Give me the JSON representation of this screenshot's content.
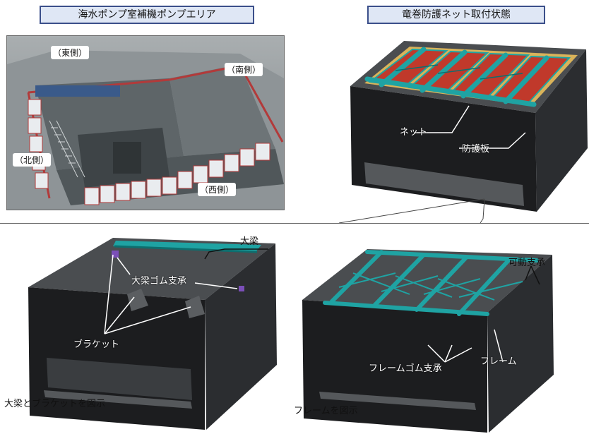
{
  "photo": {
    "title": "海水ポンプ室補機ポンプエリア",
    "labels": {
      "east": "（東側）",
      "south": "（南側）",
      "north": "（北側）",
      "west": "（西側）"
    }
  },
  "top_right": {
    "title": "竜巻防護ネット取付状態",
    "net_label": "ネット",
    "plate_label": "防護板"
  },
  "bottom_left": {
    "girder_label": "大梁",
    "girder_rubber_label": "大梁ゴム支承",
    "bracket_label": "ブラケット",
    "caption": "大梁とブラケットを図示"
  },
  "bottom_right": {
    "movable_label": "可動支承",
    "frame_rubber_label": "フレームゴム支承",
    "frame_label": "フレーム",
    "caption": "フレームを図示"
  },
  "colors": {
    "title_border": "#3b4f8a",
    "title_fill": "#dfe7f5",
    "net": "#c0392b",
    "frame": "#1fa3a3",
    "concrete": "#222222"
  }
}
